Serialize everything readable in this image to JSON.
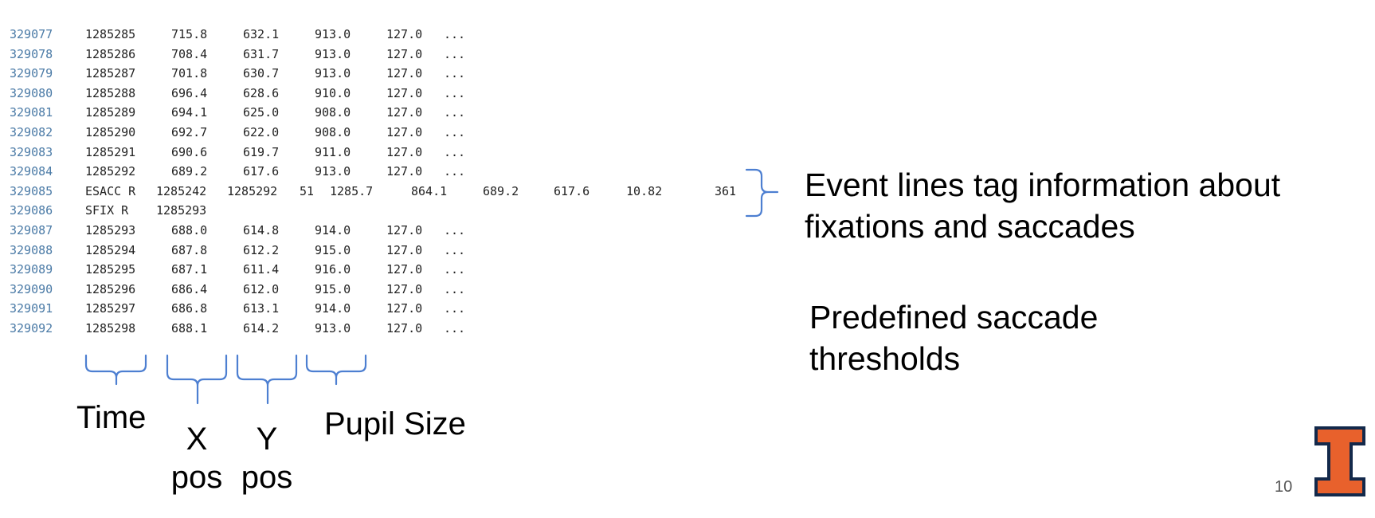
{
  "listing": {
    "rows": [
      {
        "line": "329077",
        "cells": [
          "1285285",
          "715.8",
          "632.1",
          "913.0",
          "127.0",
          "..."
        ]
      },
      {
        "line": "329078",
        "cells": [
          "1285286",
          "708.4",
          "631.7",
          "913.0",
          "127.0",
          "..."
        ]
      },
      {
        "line": "329079",
        "cells": [
          "1285287",
          "701.8",
          "630.7",
          "913.0",
          "127.0",
          "..."
        ]
      },
      {
        "line": "329080",
        "cells": [
          "1285288",
          "696.4",
          "628.6",
          "910.0",
          "127.0",
          "..."
        ]
      },
      {
        "line": "329081",
        "cells": [
          "1285289",
          "694.1",
          "625.0",
          "908.0",
          "127.0",
          "..."
        ]
      },
      {
        "line": "329082",
        "cells": [
          "1285290",
          "692.7",
          "622.0",
          "908.0",
          "127.0",
          "..."
        ]
      },
      {
        "line": "329083",
        "cells": [
          "1285291",
          "690.6",
          "619.7",
          "911.0",
          "127.0",
          "..."
        ]
      },
      {
        "line": "329084",
        "cells": [
          "1285292",
          "689.2",
          "617.6",
          "913.0",
          "127.0",
          "..."
        ]
      },
      {
        "line": "329085",
        "event": true,
        "cells": [
          "ESACC R",
          "1285242",
          "1285292",
          "51",
          "1285.7",
          "864.1",
          "689.2",
          "617.6",
          "10.82",
          "361"
        ]
      },
      {
        "line": "329086",
        "event": true,
        "cells": [
          "SFIX R",
          "1285293"
        ]
      },
      {
        "line": "329087",
        "cells": [
          "1285293",
          "688.0",
          "614.8",
          "914.0",
          "127.0",
          "..."
        ]
      },
      {
        "line": "329088",
        "cells": [
          "1285294",
          "687.8",
          "612.2",
          "915.0",
          "127.0",
          "..."
        ]
      },
      {
        "line": "329089",
        "cells": [
          "1285295",
          "687.1",
          "611.4",
          "916.0",
          "127.0",
          "..."
        ]
      },
      {
        "line": "329090",
        "cells": [
          "1285296",
          "686.4",
          "612.0",
          "915.0",
          "127.0",
          "..."
        ]
      },
      {
        "line": "329091",
        "cells": [
          "1285297",
          "686.8",
          "613.1",
          "914.0",
          "127.0",
          "..."
        ]
      },
      {
        "line": "329092",
        "cells": [
          "1285298",
          "688.1",
          "614.2",
          "913.0",
          "127.0",
          "..."
        ]
      }
    ]
  },
  "labels": {
    "time": "Time",
    "x_line1": "X",
    "x_line2": "pos",
    "y_line1": "Y",
    "y_line2": "pos",
    "pupil": "Pupil Size"
  },
  "callouts": {
    "event_line1": "Event lines tag information about",
    "event_line2": "fixations and saccades",
    "predef_line1": "Predefined saccade",
    "predef_line2": "thresholds"
  },
  "page_number": "10",
  "colors": {
    "brace": "#4d7fd1",
    "line_number": "#4a7aa6",
    "logo_fill": "#e8612c",
    "logo_outline": "#13294b"
  },
  "icons": {
    "logo": "university-block-i-logo"
  }
}
